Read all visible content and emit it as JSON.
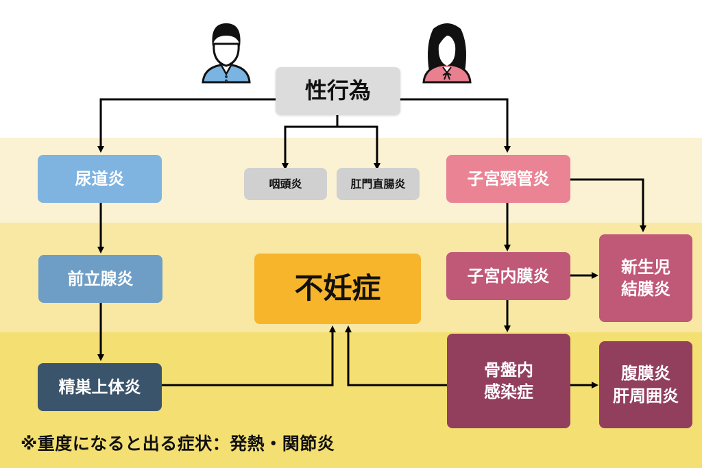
{
  "diagram": {
    "actors": {
      "male": {
        "label": "male-person",
        "shirt_color": "#7ab4e2"
      },
      "female": {
        "label": "female-person",
        "shirt_color": "#e8808f"
      }
    },
    "root": {
      "label": "性行為",
      "color": "#dcdcdc"
    },
    "throat_rectal": [
      {
        "label": "咽頭炎"
      },
      {
        "label": "肛門直腸炎"
      }
    ],
    "male_path": [
      {
        "label": "尿道炎",
        "color": "#7fb3e0"
      },
      {
        "label": "前立腺炎",
        "color": "#6e9ec6"
      },
      {
        "label": "精巣上体炎",
        "color": "#3a546b"
      }
    ],
    "female_path": {
      "cervicitis": {
        "label": "子宮頸管炎",
        "color": "#ea8394"
      },
      "endometritis": {
        "label": "子宮内膜炎",
        "color": "#c05878"
      },
      "neonatal": {
        "lines": [
          "新生児",
          "結膜炎"
        ],
        "color": "#c05878"
      },
      "pid": {
        "lines": [
          "骨盤内",
          "感染症"
        ],
        "color": "#923f5d"
      },
      "peritonitis": {
        "lines": [
          "腹膜炎",
          "肝周囲炎"
        ],
        "color": "#923f5d"
      }
    },
    "outcome": {
      "label": "不妊症",
      "color": "#f7b52c"
    },
    "note": "※重度になると出る症状：発熱・関節炎"
  }
}
